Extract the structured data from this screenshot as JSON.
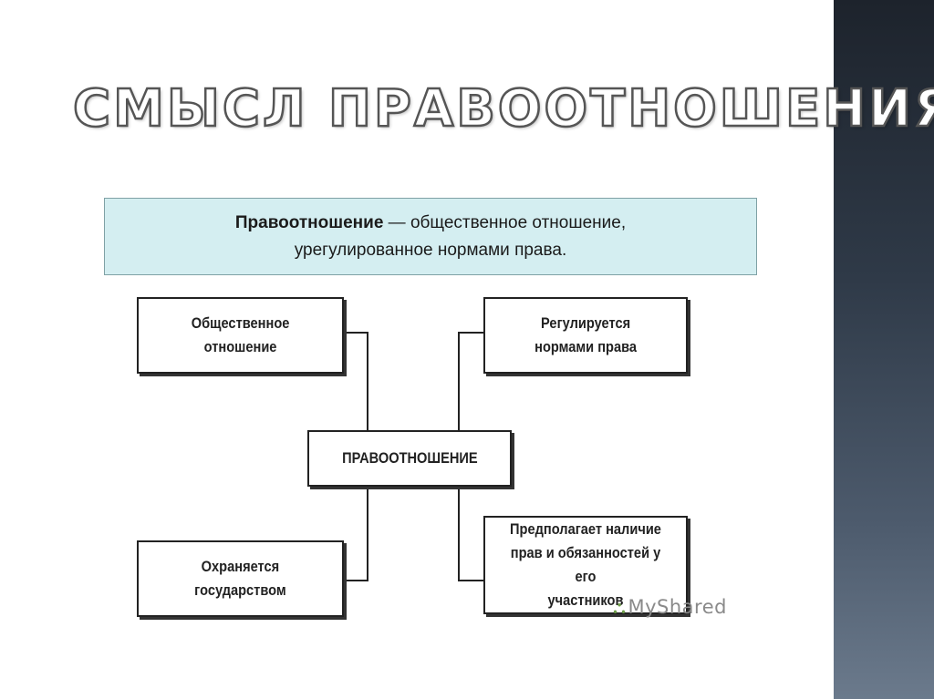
{
  "slide": {
    "title": "СМЫСЛ ПРАВООТНОШЕНИЯ"
  },
  "definition": {
    "term": "Правоотношение",
    "text_line1_rest": " — общественное отношение,",
    "text_line2": "урегулированное нормами права."
  },
  "diagram": {
    "center": "ПРАВООТНОШЕНИЕ",
    "top_left": [
      "Общественное",
      "отношение"
    ],
    "top_right": [
      "Регулируется",
      "нормами права"
    ],
    "bottom_left": [
      "Охраняется",
      "государством"
    ],
    "bottom_right": [
      "Предполагает наличие",
      "прав и обязанностей у его",
      "участников"
    ]
  },
  "watermark": {
    "text": "MyShared",
    "icon": "myshared-logo-icon"
  },
  "colors": {
    "definition_bg": "#d4eef1",
    "side_panel": "#2f3a48"
  }
}
